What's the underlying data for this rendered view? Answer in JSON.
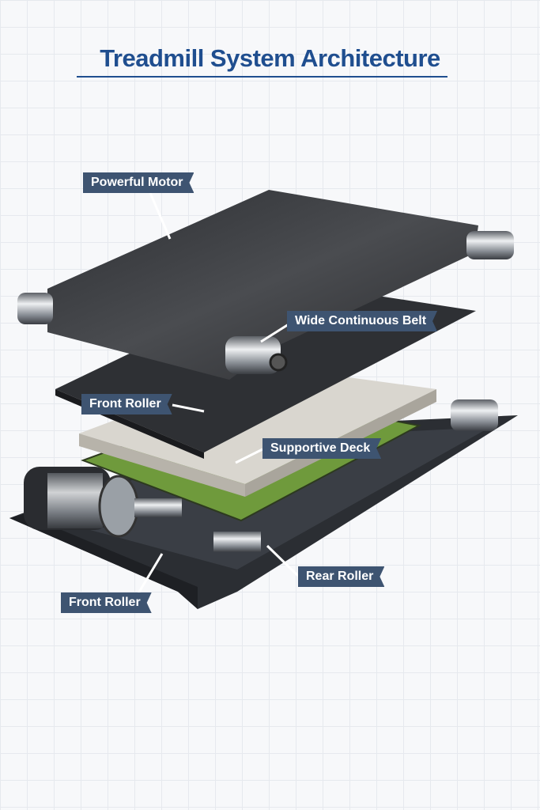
{
  "title": "Treadmill System Architecture",
  "labels": {
    "motor": "Powerful Motor",
    "belt": "Wide Continuous Belt",
    "front_roller_top": "Front Roller",
    "deck": "Supportive Deck",
    "rear_roller": "Rear Roller",
    "front_roller_bottom": "Front Roller"
  },
  "colors": {
    "title": "#1f4e8f",
    "label_bg": "#3e5471",
    "label_text": "#ffffff"
  }
}
